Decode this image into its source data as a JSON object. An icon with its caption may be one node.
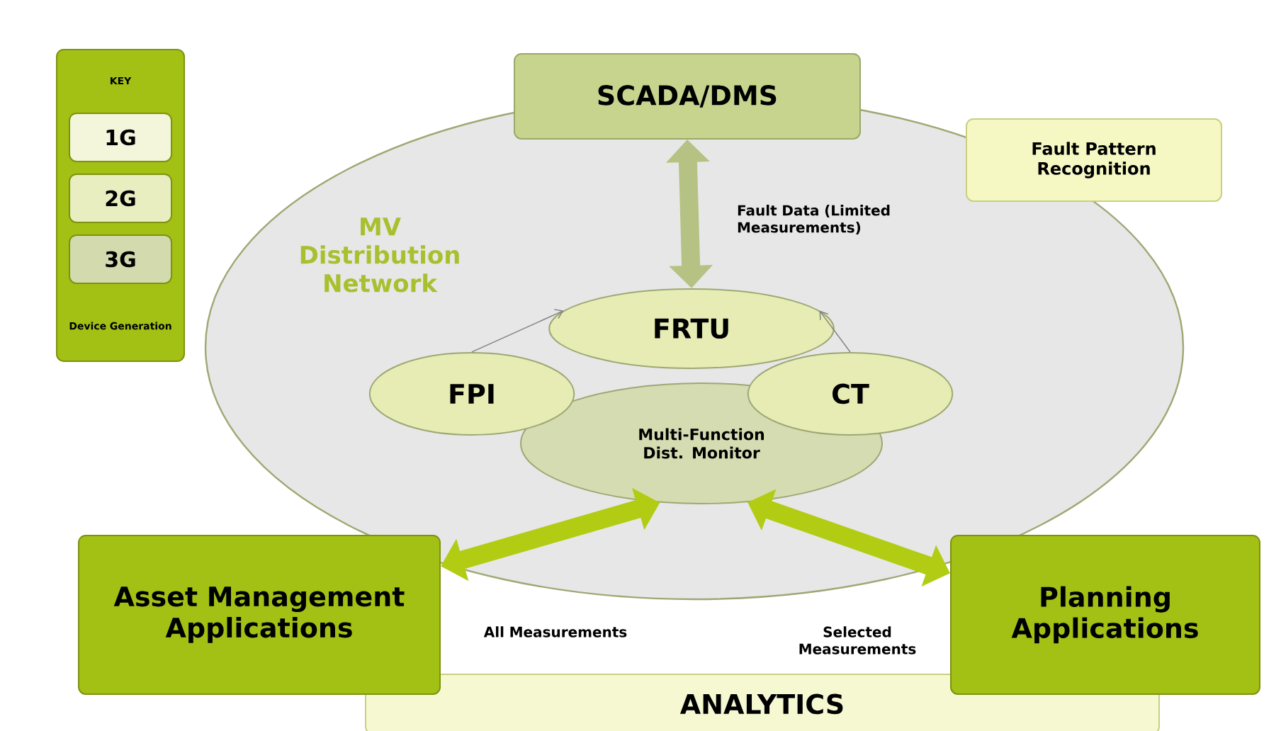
{
  "diagram": {
    "nodes": [
      {
        "text": [
          "KEY",
          "Device Generation"
        ]
      },
      {
        "text": [
          "1G"
        ],
        "in": 0
      },
      {
        "text": [
          "2G"
        ],
        "in": 0
      },
      {
        "text": [
          "3G"
        ],
        "in": 0
      },
      {
        "text": [
          "MV Distribution Network"
        ]
      },
      {
        "text": [
          "SCADA/DMS"
        ]
      },
      {
        "text": [
          "Fault Pattern Recognition"
        ]
      },
      {
        "text": [
          "FRTU"
        ],
        "in": 4
      },
      {
        "text": [
          "FPI"
        ],
        "in": 4
      },
      {
        "text": [
          "CT"
        ],
        "in": 4
      },
      {
        "text": [
          "Multi-Function Dist. Monitor"
        ],
        "in": 4
      },
      {
        "text": [
          "Asset Management Applications"
        ]
      },
      {
        "text": [
          "Planning Applications"
        ]
      },
      {
        "text": [
          "ANALYTICS"
        ]
      }
    ],
    "edges": [
      {
        "from": 5,
        "to": 7,
        "arrow": "both",
        "color": "#b6c283",
        "label": "Fault Data (Limited Measurements)"
      },
      {
        "from": 8,
        "to": 7,
        "arrow": "to"
      },
      {
        "from": 9,
        "to": 7,
        "arrow": "to"
      },
      {
        "from": 10,
        "to": 11,
        "arrow": "both",
        "color": "#b2cc14",
        "label": "All Measurements"
      },
      {
        "from": 10,
        "to": 12,
        "arrow": "both",
        "color": "#b2cc14",
        "label": "Selected Measurements"
      }
    ]
  }
}
